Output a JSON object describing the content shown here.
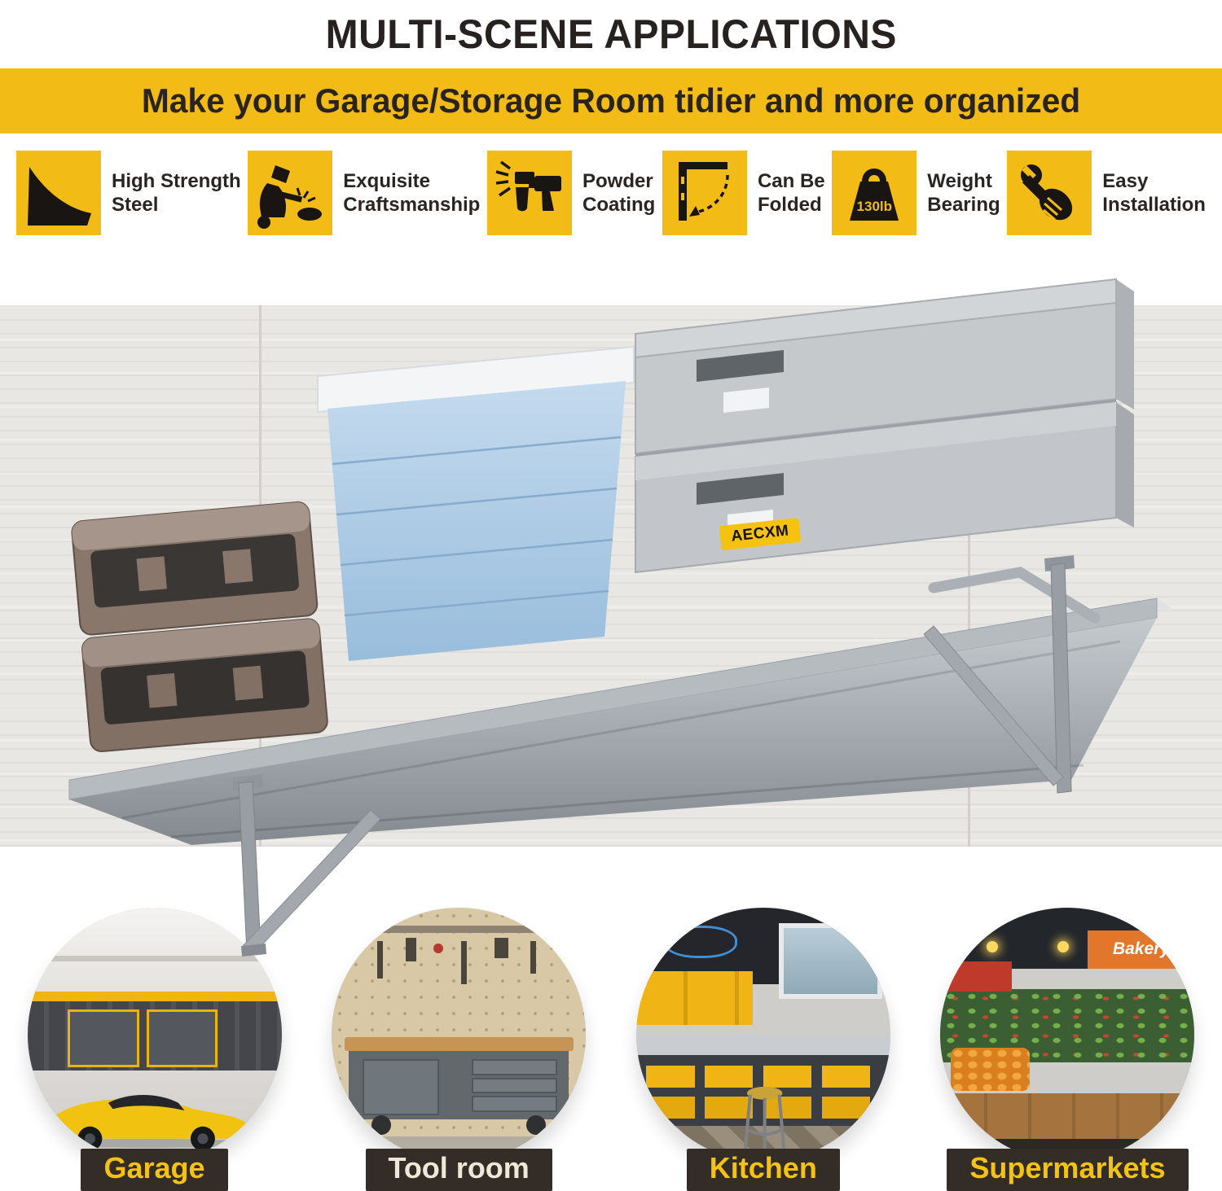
{
  "header": {
    "title": "MULTI-SCENE APPLICATIONS"
  },
  "banner": {
    "text": "Make your Garage/Storage Room tidier and more organized"
  },
  "features": [
    {
      "icon": "steel-sheet-icon",
      "line1": "High Strength",
      "line2": "Steel"
    },
    {
      "icon": "welder-icon",
      "line1": "Exquisite",
      "line2": "Craftsmanship"
    },
    {
      "icon": "spray-gun-icon",
      "line1": "Powder",
      "line2": "Coating"
    },
    {
      "icon": "folding-bracket-icon",
      "line1": "Can Be",
      "line2": "Folded"
    },
    {
      "icon": "weight-icon",
      "badge": "130lb",
      "line1": "Weight",
      "line2": "Bearing"
    },
    {
      "icon": "wrench-hand-icon",
      "line1": "Easy",
      "line2": "Installation"
    }
  ],
  "product": {
    "brand": "AECXM"
  },
  "scenes": [
    {
      "label": "Garage"
    },
    {
      "label": "Tool room"
    },
    {
      "label": "Kitchen"
    },
    {
      "label": "Supermarkets",
      "sign": "Bakery"
    }
  ],
  "colors": {
    "accent_yellow": "#F3BB16",
    "heading_text": "#2A2420",
    "icon_glyph": "#181512",
    "scene_label_bg": "#342D27",
    "scene_label_yellow": "#F5C30F",
    "scene_label_cream": "#EFE8D8",
    "wall_grey": "#E9E7E3",
    "shelf_grey": "#B6BBC0"
  }
}
